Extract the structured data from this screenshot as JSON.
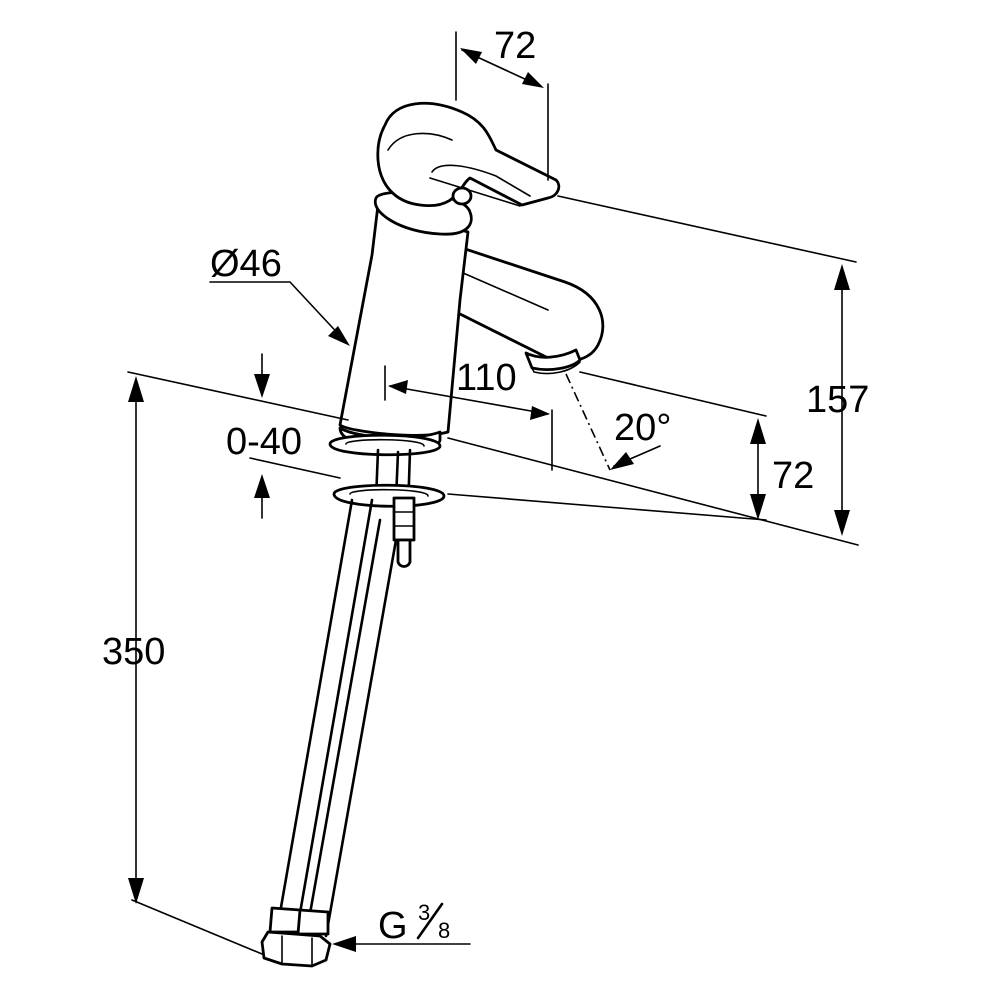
{
  "dimensions": {
    "handle_width": "72",
    "diameter": "Ø46",
    "spout_reach": "110",
    "height_top": "157",
    "clearance": "72",
    "angle": "20°",
    "deck_thickness": "0-40",
    "hose_length": "350",
    "connection_letter": "G",
    "connection_numerator": "3",
    "connection_denominator": "8"
  }
}
